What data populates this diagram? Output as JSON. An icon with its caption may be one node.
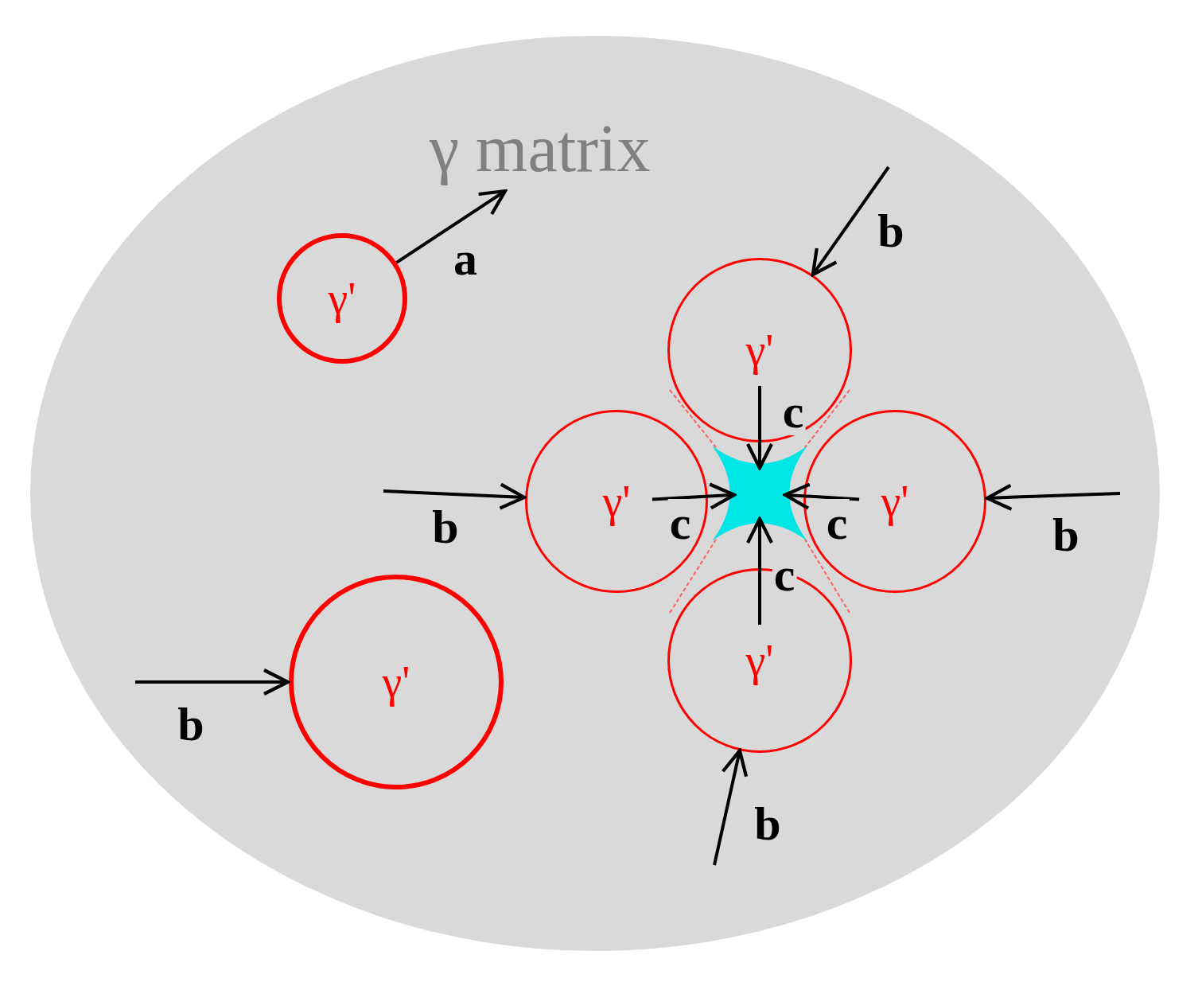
{
  "diagram": {
    "nodes": [
      {
        "text": [
          "γ matrix"
        ]
      },
      {
        "text": [
          "γ'"
        ],
        "in": 0
      },
      {
        "text": [
          "γ'"
        ],
        "in": 0
      },
      {
        "text": [
          "γ'"
        ],
        "in": 0
      },
      {
        "text": [
          "γ'"
        ],
        "in": 0
      },
      {
        "text": [
          "γ'"
        ],
        "in": 0
      },
      {
        "text": [
          "γ'"
        ],
        "in": 0
      },
      {
        "text": [],
        "shape": "star",
        "in": 0
      }
    ],
    "edges": [
      {
        "from": 1,
        "to": null,
        "arrow": "to",
        "label": "a"
      },
      {
        "from": null,
        "to": 2,
        "arrow": "to",
        "label": "b"
      },
      {
        "from": 2,
        "to": 7,
        "arrow": "to",
        "label": "c"
      },
      {
        "from": null,
        "to": 3,
        "arrow": "to",
        "label": "b"
      },
      {
        "from": 3,
        "to": 7,
        "arrow": "to",
        "label": "c"
      },
      {
        "from": 4,
        "to": 7,
        "arrow": "to",
        "label": "c"
      },
      {
        "from": null,
        "to": 4,
        "arrow": "to",
        "label": "b"
      },
      {
        "from": 5,
        "to": 7,
        "arrow": "to",
        "label": "c"
      },
      {
        "from": null,
        "to": 6,
        "arrow": "to",
        "label": "b"
      },
      {
        "from": null,
        "to": 5,
        "arrow": "to",
        "label": "b"
      }
    ]
  }
}
